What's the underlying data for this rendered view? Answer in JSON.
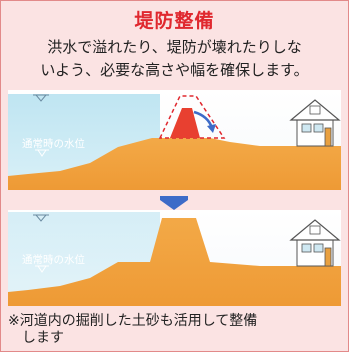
{
  "header": {
    "title": "堤防整備"
  },
  "description": {
    "line1": "洪水で溢れたり、堤防が壊れたりしな",
    "line2": "いよう、必要な高さや幅を確保します。"
  },
  "panels": [
    {
      "water_level_label": "通常時の水位"
    },
    {
      "water_level_label": "通常時の水位"
    }
  ],
  "footnote": {
    "line1": "※河道内の掘削した土砂も活用して整備",
    "line2": "します"
  },
  "colors": {
    "title": "#e0282f",
    "border": "#e28a8a",
    "background": "#fbe3e3",
    "ground": "#f0a040",
    "water": "#c8eaf4",
    "embankment_new": "#e84030",
    "arrow": "#3d6bc8"
  }
}
